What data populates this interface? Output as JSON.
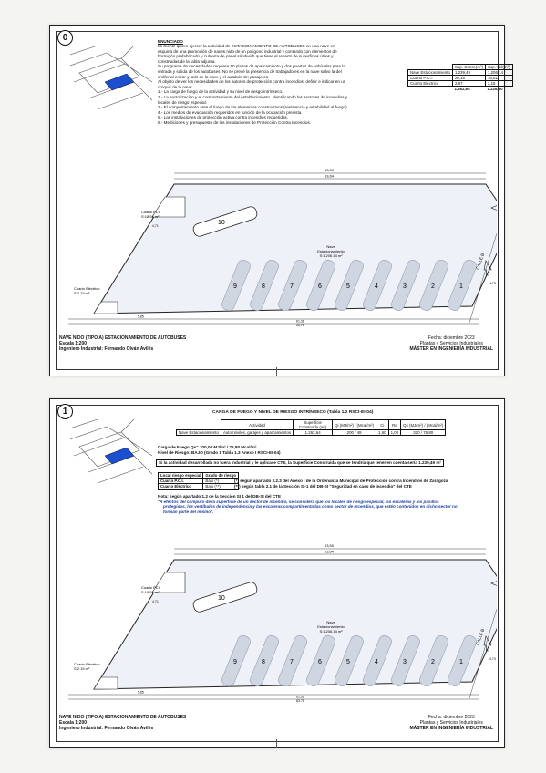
{
  "sheet0": {
    "number": "0",
    "heading": "ENUNCIADO",
    "paragraphs": [
      "Mi cliente quiere ejercer la actividad de ESTACIONAMIENTO DE AUTOBUSES en una nave en",
      "esquina de una promoción de naves nido de un polígono industrial y contando con elementos de",
      "hormigón prefabricado y cubierta de panel sándwich que tiene el reparto de superficies útiles y",
      "construidas de la tabla adjunta.",
      "Su programa de necesidades requiere 10 plazas de aparcamiento y dos puertas de vehículos para la",
      "entrada y salida de los autobuses. No se prevé la presencia de trabajadores en la nave salvo la del",
      "chófer al entrar y salir de la nave y el autobús sin pasajeros.",
      "Al objeto de ver los necesidades de los autores de protección contra incendios, definir e indicar en un",
      "croquis de la nave:"
    ],
    "items": [
      "1.- La carga de fuego de la actividad y su nivel de riesgo intrínseco.",
      "2.- La sectorización y el comportamiento del establecimiento. Identificando los sectores de incendios y",
      "locales de riesgo especial.",
      "3.- El comportamiento ante el fuego de los elementos constructivos (resistencia y estabilidad al fuego).",
      "4.- Los medios de evacuación requeridos en función de la ocupación prevista.",
      "5.- Las instalaciones de protección activa contra incendios requeridas.",
      "6.- Mediciones y presupuesto de las instalaciones de Protección Contra Incendios."
    ],
    "table": {
      "headers": [
        "",
        "Sup. Const.(m²)",
        "Sup. Útil(m²)"
      ],
      "rows": [
        [
          "Nave Estacionamiento",
          "1.239,49",
          "1.206,14"
        ],
        [
          "Cuarto P.C.I.",
          "20,18",
          "18,51"
        ],
        [
          "Cuarto Eléctrico",
          "2,97",
          "2,15"
        ]
      ],
      "totals": [
        "1.262,64",
        "1.226,80"
      ]
    }
  },
  "sheet1": {
    "number": "1",
    "heading": "CARGA DE FUEGO Y NIVEL DE RIESGO INTRÍNSECO (Tabla 1.2 RSCI-EI-04)",
    "table": {
      "headers": [
        "",
        "Actividad",
        "Superficie Construida (m²)",
        "Qi (MJ/m²) / (Mcal/m²)",
        "Ci",
        "Ra",
        "Qs (MJ/m²) / (Mcal/m²)"
      ],
      "row": [
        "Nave Estacionamiento",
        "Automóviles, garajes y aparcamientos",
        "1.262,64",
        "200 / 48",
        "1,60",
        "1,00",
        "320 / 76,80"
      ]
    },
    "fire_load": "Carga de Fuego Qs= 320,00 MJ/m² / 76,80 Mcal/m²",
    "risk_level": "Nivel de Riesgo: BAJO (Grado 1 Tabla 1.3 Anexo I RSCI-EI-04)",
    "cte_note": "Si la actividad desarrollada no fuera industrial y le aplicase CTE, la Superficie Construida que se tendría que tener en cuenta sería 1.239,49 m²",
    "risk_table": {
      "headers": [
        "Local riesgo especial",
        "Grado de riesgo"
      ],
      "rows": [
        [
          "Cuarto P.C.I.",
          "Bajo (*)"
        ],
        [
          "Cuarto Eléctrico",
          "Bajo (**)"
        ]
      ]
    },
    "notes": [
      "(*) según apartado 2.2.3 del Anexo I de la Ordenanza Municipal de Protección contra Incendios de Zaragoza",
      "(**) según tabla 2.1 de la Sección SI-1 del DB-SI \"Seguridad en caso de incendio\" del CTE"
    ],
    "quote_ref": "Nota: según apartado 1.2 de la Sección SI 1 del DB-SI del CTE",
    "quote_lines": [
      "\"A efectos del cómputo de la superficie de un sector de incendio, se considera que los locales de riesgo especial, las escaleras y los pasillos",
      "protegidos, los vestíbulos de independencia y las escaleras compartimentadas como sector de incendios, que estén contenidos en dicho sector no",
      "forman parte del mismo\"."
    ]
  },
  "plan": {
    "dim_top_1": "63,50",
    "dim_top_2": "63,64",
    "room_pci": "Cuarto PCI",
    "room_pci_area": "S:18.51 m²",
    "room_elec": "Cuarto Eléctrico",
    "room_elec_area": "S:2.15 m²",
    "nave": "Nave",
    "nave_sub": "Estacionamiento",
    "nave_area": "S:1.206.14 m²",
    "spots": [
      "9",
      "8",
      "7",
      "6",
      "5",
      "4",
      "3",
      "2",
      "1"
    ],
    "spot_10": "10",
    "street_a": "CALLE A",
    "street_b": "CALLE B",
    "dim_bottom_1": "61,31",
    "dim_bottom_2": "63,71",
    "dim_small": "5,85",
    "dim_side": "4,73",
    "dim_pci": "4,71"
  },
  "titleblock": {
    "project": "NAVE NIDO (TIPO A)  ESTACIONAMIENTO DE AUTOBUSES",
    "scale": "Escala 1:200",
    "author": "Ingeniero Industrial: Fernando Olván Avilés",
    "date": "Fecha: diciembre 2023",
    "dept": "Plantas y Servicios Industriales",
    "master": "MÁSTER EN INGENIERÍA INDUSTRIAL"
  },
  "colors": {
    "accent": "#1c4fd0",
    "plan_fill": "#eef1f7",
    "spot_fill": "#cfd6e2"
  }
}
